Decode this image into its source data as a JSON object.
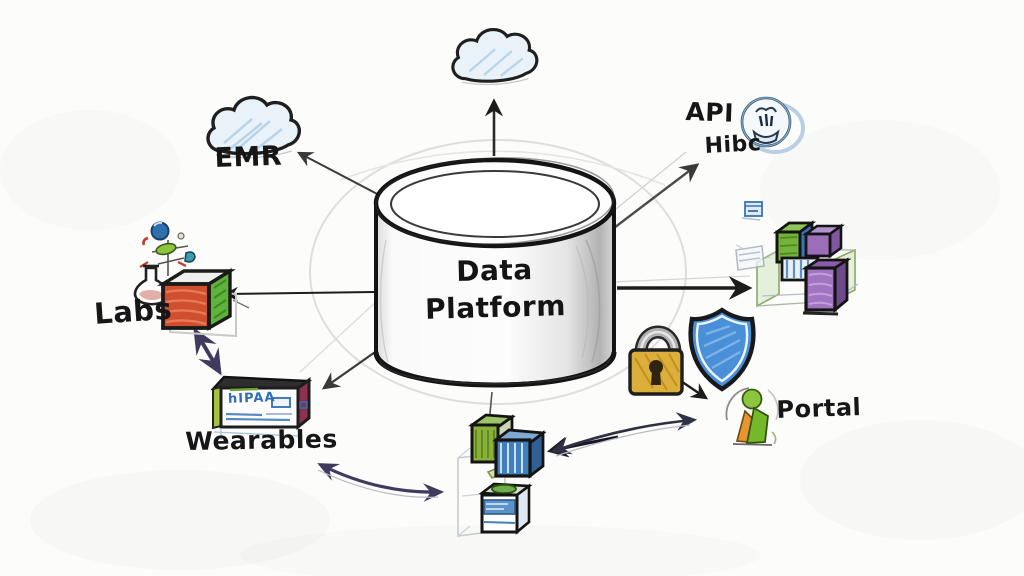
{
  "center": {
    "icon": "database-cylinder-icon",
    "line1": "Data",
    "line2": "Platform"
  },
  "nodes": {
    "cloud_top": {
      "icon": "cloud-icon"
    },
    "emr": {
      "label": "EMR",
      "icon": "cloud-icon"
    },
    "api_hub": {
      "line1": "API",
      "line2": "Hibc",
      "icon": "globe-api-icon"
    },
    "data_cubes": {
      "icon": "cube-cluster-icon"
    },
    "labs": {
      "label": "Labs",
      "icons": [
        "molecule-icon",
        "flask-icon",
        "cube-icon"
      ]
    },
    "wearables": {
      "label": "Wearables",
      "device_text": "hIPAA",
      "icon": "wearable-device-box-icon"
    },
    "security": {
      "icons": [
        "padlock-icon",
        "shield-icon"
      ]
    },
    "portal": {
      "label": "Portal",
      "icon": "person-icon"
    },
    "servers": {
      "icon": "server-stack-icon"
    }
  },
  "colors": {
    "ink": "#1c1c1c",
    "cloud_fill": "#e8f1f8",
    "lock_gold": "#dcae3b",
    "shield_blue": "#4a90d8",
    "person_green": "#8cc63e",
    "person_orange": "#e8952d",
    "labs_cube_front": "#cf4f2e",
    "labs_cube_side": "#5fb33c",
    "wearable_side_green": "#a8c23f",
    "wearable_side_maroon": "#8e3050",
    "device_text_blue": "#2f6db5",
    "cube_green": "#74b33a",
    "cube_purple": "#9a6fb8",
    "cube_blue": "#3f7fc0",
    "arrow_purple": "#3f3a5e"
  }
}
